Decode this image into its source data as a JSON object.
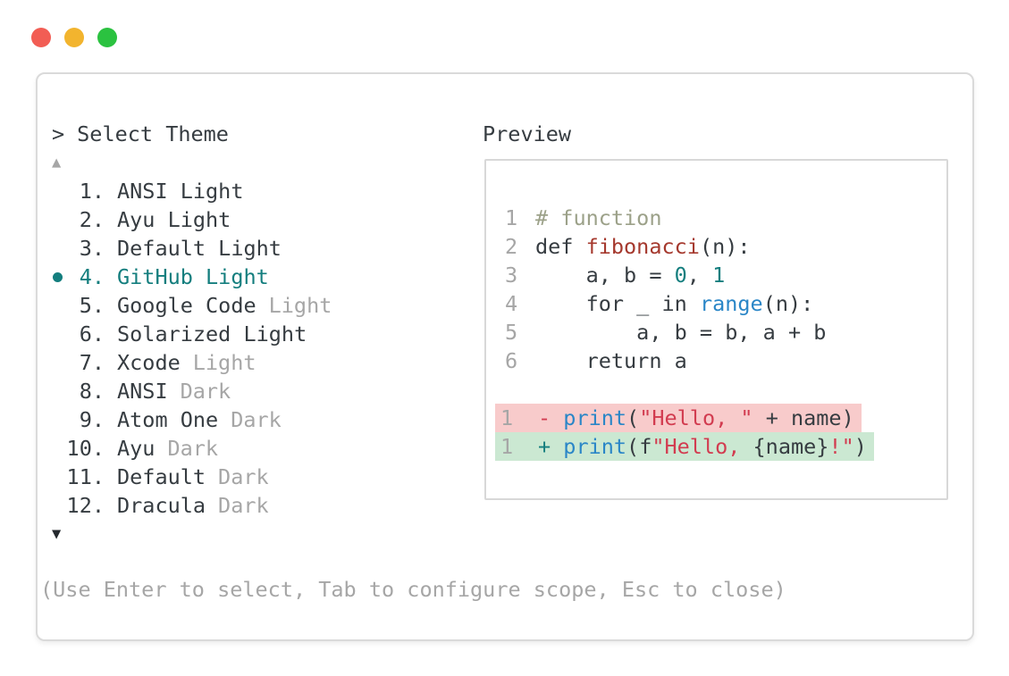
{
  "traffic_lights": [
    {
      "name": "close",
      "color": "#f25d54"
    },
    {
      "name": "minimize",
      "color": "#f2b42e"
    },
    {
      "name": "zoom",
      "color": "#2bc240"
    }
  ],
  "picker": {
    "prompt": ">",
    "title": "Select Theme",
    "scroll_up": "▲",
    "scroll_down": "▼",
    "items": [
      {
        "number": "1.",
        "name": "ANSI Light",
        "muted": "",
        "selected": false
      },
      {
        "number": "2.",
        "name": "Ayu Light",
        "muted": "",
        "selected": false
      },
      {
        "number": "3.",
        "name": "Default Light",
        "muted": "",
        "selected": false
      },
      {
        "number": "4.",
        "name": "GitHub Light",
        "muted": "",
        "selected": true
      },
      {
        "number": "5.",
        "name": "Google Code",
        "muted": "Light",
        "selected": false
      },
      {
        "number": "6.",
        "name": "Solarized Light",
        "muted": "",
        "selected": false
      },
      {
        "number": "7.",
        "name": "Xcode",
        "muted": "Light",
        "selected": false
      },
      {
        "number": "8.",
        "name": "ANSI",
        "muted": "Dark",
        "selected": false
      },
      {
        "number": "9.",
        "name": "Atom One",
        "muted": "Dark",
        "selected": false
      },
      {
        "number": "10.",
        "name": "Ayu",
        "muted": "Dark",
        "selected": false
      },
      {
        "number": "11.",
        "name": "Default",
        "muted": "Dark",
        "selected": false
      },
      {
        "number": "12.",
        "name": "Dracula",
        "muted": "Dark",
        "selected": false
      }
    ],
    "footer": "(Use Enter to select, Tab to configure scope, Esc to close)"
  },
  "preview": {
    "label": "Preview",
    "code_lines": [
      {
        "ln": "1",
        "tokens": [
          [
            "comment",
            "# function"
          ]
        ]
      },
      {
        "ln": "2",
        "tokens": [
          [
            "plain",
            "def "
          ],
          [
            "func",
            "fibonacci"
          ],
          [
            "plain",
            "(n):"
          ]
        ]
      },
      {
        "ln": "3",
        "tokens": [
          [
            "plain",
            "    a, b = "
          ],
          [
            "number",
            "0"
          ],
          [
            "plain",
            ", "
          ],
          [
            "number",
            "1"
          ]
        ]
      },
      {
        "ln": "4",
        "tokens": [
          [
            "plain",
            "    for _ in "
          ],
          [
            "builtin",
            "range"
          ],
          [
            "plain",
            "(n):"
          ]
        ]
      },
      {
        "ln": "5",
        "tokens": [
          [
            "plain",
            "        a, b = b, a + b"
          ]
        ]
      },
      {
        "ln": "6",
        "tokens": [
          [
            "plain",
            "    return a"
          ]
        ]
      }
    ],
    "diff_lines": [
      {
        "ln": "1",
        "kind": "del",
        "tokens": [
          [
            "sign-del",
            "- "
          ],
          [
            "builtin",
            "print"
          ],
          [
            "plain",
            "("
          ],
          [
            "string",
            "\"Hello, \""
          ],
          [
            "plain",
            " + name)"
          ]
        ]
      },
      {
        "ln": "1",
        "kind": "add",
        "tokens": [
          [
            "sign-add",
            "+ "
          ],
          [
            "builtin",
            "print"
          ],
          [
            "plain",
            "(f"
          ],
          [
            "string",
            "\"Hello, "
          ],
          [
            "plain",
            "{name}"
          ],
          [
            "string",
            "!\""
          ],
          [
            "plain",
            ")"
          ]
        ]
      }
    ]
  },
  "colors": {
    "text": "#363c41",
    "muted": "#a6a6a6",
    "selection": "#147e7e",
    "comment": "#9ca189",
    "function": "#a5392e",
    "numeric": "#147e7e",
    "builtin": "#2a86c7",
    "string": "#d23c50",
    "del_bg": "#f8cbcb",
    "add_bg": "#cbe8d2",
    "panel_border": "#d8d8d8",
    "window_border": "#dadada",
    "arrow": "#24292e"
  }
}
